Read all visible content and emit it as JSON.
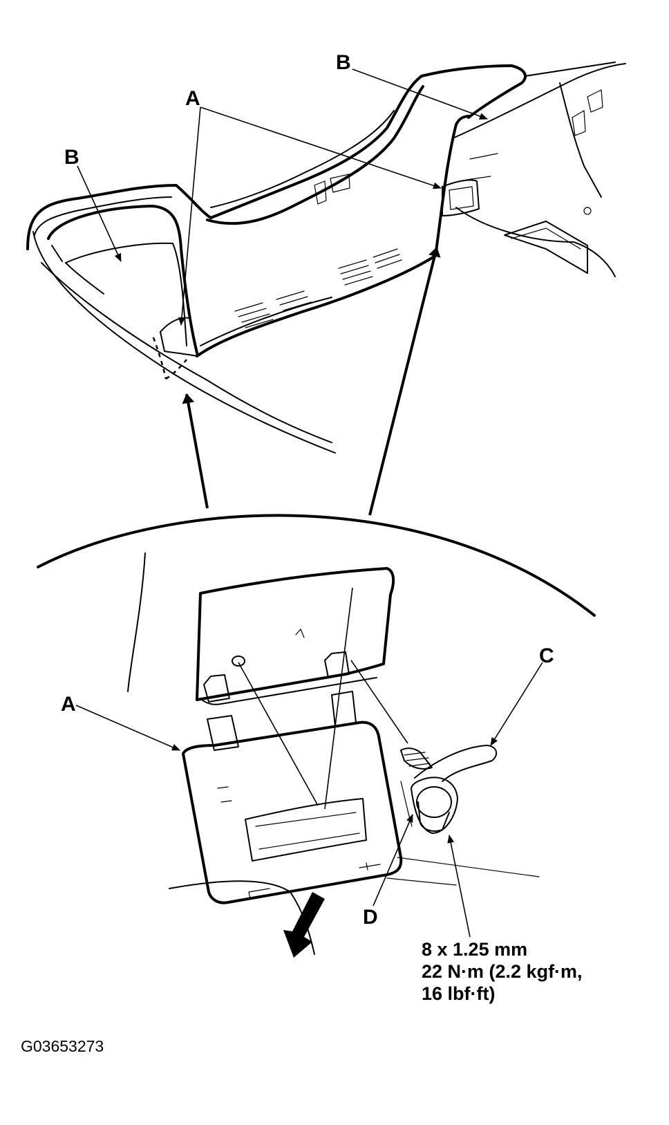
{
  "callouts": {
    "a_top": "A",
    "b_left": "B",
    "b_right": "B",
    "a_bottom": "A",
    "c": "C",
    "d": "D"
  },
  "bolt_spec": {
    "size": "8 x 1.25 mm",
    "torque_line1": "22 N·m (2.2 kgf·m,",
    "torque_line2": "16 lbf·ft)"
  },
  "figure_id": "G03653273",
  "icons": [
    "down-left-arrow-icon"
  ]
}
